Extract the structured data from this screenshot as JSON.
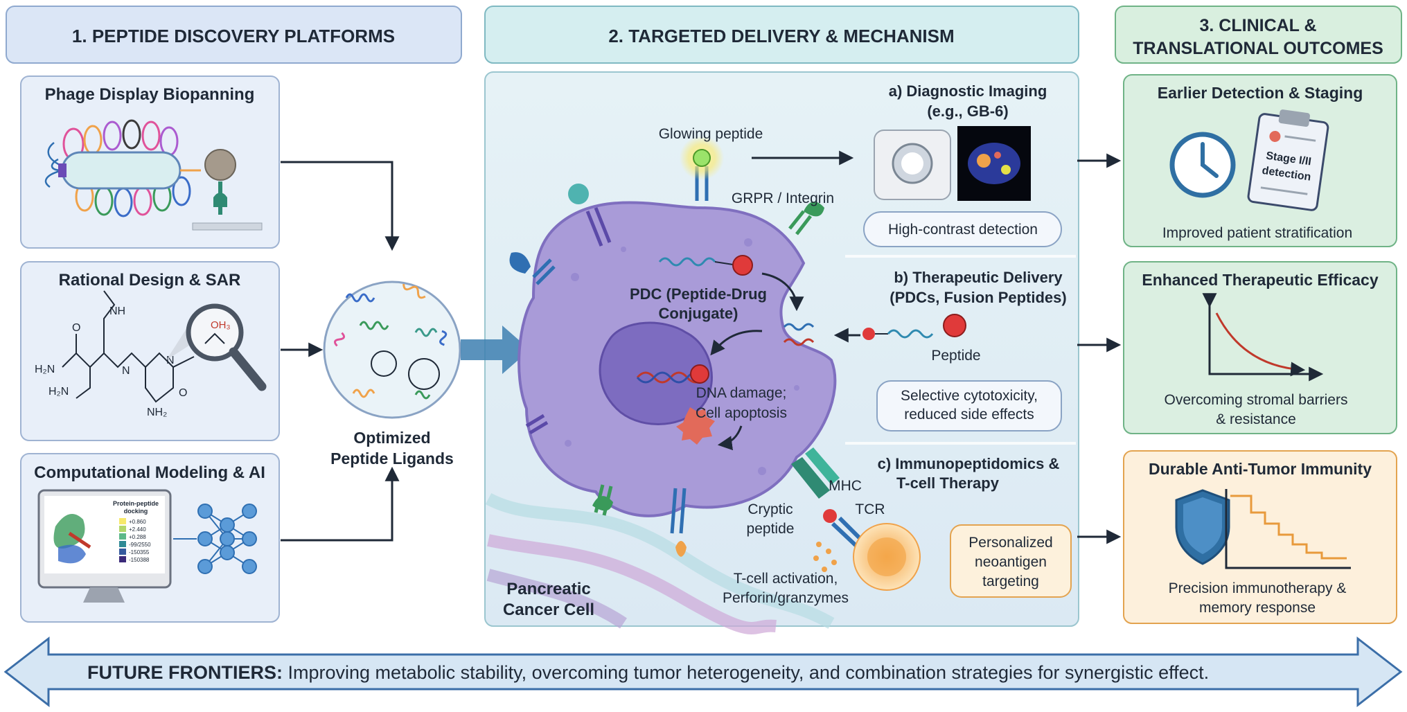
{
  "columns": {
    "discovery": "1. PEPTIDE DISCOVERY PLATFORMS",
    "delivery": "2. TARGETED DELIVERY & MECHANISM",
    "clinical_line1": "3. CLINICAL &",
    "clinical_line2": "TRANSLATIONAL OUTCOMES"
  },
  "discovery": {
    "phage_title": "Phage Display Biopanning",
    "rational_title": "Rational Design & SAR",
    "computational_title": "Computational Modeling & AI",
    "chem_labels": {
      "nh": "NH",
      "h2n_top": "H₂N",
      "h2n_bottom": "H₂N",
      "nh_mid": "N",
      "n_ring": "N",
      "o": "O",
      "o2": "O",
      "nh2": "NH₂",
      "oh": "OH₃"
    },
    "docking": {
      "title_line1": "Protein-peptide",
      "title_line2": "docking",
      "legend": [
        "+0.860",
        "+2.440",
        "+0.288",
        "-99/2550",
        "-150355",
        "-150388"
      ]
    },
    "optimized_line1": "Optimized",
    "optimized_line2": "Peptide Ligands"
  },
  "mechanism": {
    "glowing_peptide": "Glowing peptide",
    "receptor": "GRPR / Integrin",
    "pdc_line1": "PDC (Peptide-Drug",
    "pdc_line2": "Conjugate)",
    "dna_line1": "DNA damage;",
    "dna_line2": "Cell apoptosis",
    "cancer_line1": "Pancreatic",
    "cancer_line2": "Cancer Cell",
    "cryptic_line1": "Cryptic",
    "cryptic_line2": "peptide",
    "mhc": "MHC",
    "tcr": "TCR",
    "tcell_line1": "T-cell activation,",
    "tcell_line2": "Perforin/granzymes",
    "peptide": "Peptide",
    "imaging_title1": "a) Diagnostic Imaging",
    "imaging_title2": "(e.g., GB-6)",
    "imaging_result": "High-contrast detection",
    "therapeutic_title1": "b) Therapeutic Delivery",
    "therapeutic_title2": "(PDCs, Fusion Peptides)",
    "therapeutic_result1": "Selective cytotoxicity,",
    "therapeutic_result2": "reduced side effects",
    "immuno_title1": "c) Immunopeptidomics &",
    "immuno_title2": "T-cell Therapy",
    "neo_line1": "Personalized",
    "neo_line2": "neoantigen",
    "neo_line3": "targeting"
  },
  "outcomes": {
    "detection_title": "Earlier Detection & Staging",
    "stage_line1": "Stage I/II",
    "stage_line2": "detection",
    "detection_caption": "Improved patient stratification",
    "efficacy_title": "Enhanced Therapeutic Efficacy",
    "efficacy_caption1": "Overcoming stromal barriers",
    "efficacy_caption2": "& resistance",
    "immunity_title": "Durable Anti-Tumor Immunity",
    "immunity_caption1": "Precision immunotherapy &",
    "immunity_caption2": "memory response"
  },
  "footer": {
    "label": "FUTURE FRONTIERS:",
    "text": " Improving metabolic stability, overcoming tumor heterogeneity, and combination strategies for synergistic effect."
  },
  "colors": {
    "blue_header": "#dbe6f6",
    "teal_header": "#d5eef0",
    "green_header": "#d9efdf",
    "cell": "#a99bd8",
    "nucleus": "#7d6cc0",
    "orange": "#f0a24a"
  }
}
